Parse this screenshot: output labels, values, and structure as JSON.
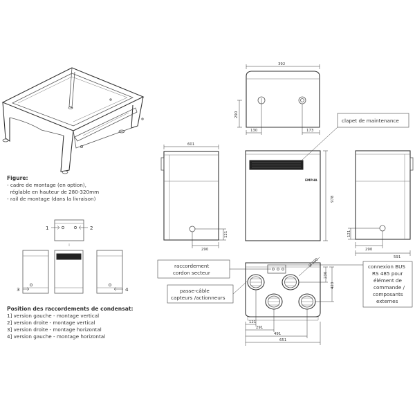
{
  "figure": {
    "title": "Figure:",
    "lines": [
      "- cadre de montage (en option),",
      "  réglable en hauteur de 280-320mm",
      "- rail de montage (dans la livraison)"
    ]
  },
  "condensate": {
    "title": "Position des raccordements de condensat:",
    "lines": [
      "1] version gauche - montage vertical",
      "2] version droite - montage vertical",
      "3] version droite - montage horizontal",
      "4] version gauche - montage horizontal"
    ],
    "markers": [
      "1",
      "2",
      "3",
      "4"
    ]
  },
  "callouts": {
    "clapet": "clapet de maintenance",
    "raccordement": [
      "raccordement",
      "cordon secteur"
    ],
    "passe_cable": [
      "passe-câble",
      "capteurs /actionneurs"
    ],
    "connexion": [
      "connexion BUS",
      "RS 485 pour",
      "élément de",
      "commande /",
      "composants",
      "externes"
    ]
  },
  "brand": "EMPHA",
  "dimensions": {
    "top_width": "392",
    "top_side_290": "290",
    "top_130": "130",
    "top_173": "173",
    "left_width": "601",
    "left_121": "121",
    "left_290": "290",
    "height": "978",
    "right_121": "121",
    "right_290": "290",
    "right_591": "591",
    "bottom_230": "230",
    "bottom_423": "423",
    "bottom_100": "Ø 100",
    "bottom_121": "121",
    "bottom_291": "291",
    "bottom_491": "491",
    "bottom_651": "651"
  }
}
